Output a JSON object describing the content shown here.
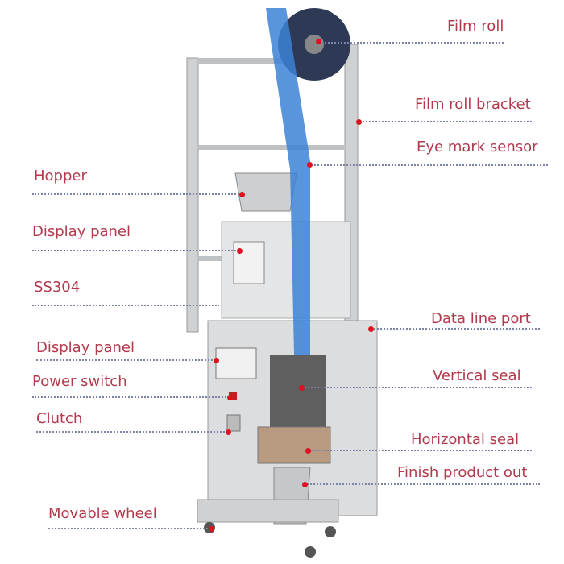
{
  "title": "Packing machine parts diagram",
  "labels": [
    {
      "text": "Film roll"
    },
    {
      "text": "Film roll bracket"
    },
    {
      "text": "Eye mark sensor"
    },
    {
      "text": "Hopper"
    },
    {
      "text": "Display panel"
    },
    {
      "text": "SS304"
    },
    {
      "text": "Data line port"
    },
    {
      "text": "Display panel"
    },
    {
      "text": "Vertical seal"
    },
    {
      "text": "Power switch"
    },
    {
      "text": "Clutch"
    },
    {
      "text": "Horizontal seal"
    },
    {
      "text": "Finish product out"
    },
    {
      "text": "Movable wheel"
    }
  ],
  "colors": {
    "label": "#b23a4c",
    "leader": "#7b84a8",
    "marker": "#e01020",
    "film": "#3b82d6"
  }
}
